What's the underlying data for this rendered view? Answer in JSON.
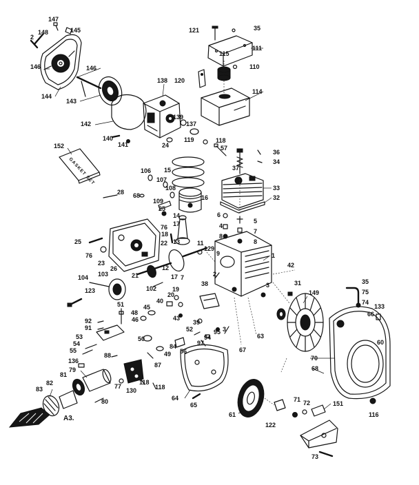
{
  "diagram": {
    "gasket_set_label": "GASKET SET",
    "figure_code": "A3."
  },
  "callouts": [
    "147",
    "148",
    "145",
    "2",
    "146",
    "146",
    "144",
    "143",
    "138",
    "142",
    "139",
    "137",
    "140",
    "141",
    "24",
    "119",
    "118",
    "57",
    "36",
    "34",
    "37",
    "152",
    "106",
    "15",
    "107",
    "28",
    "68",
    "108",
    "109",
    "16",
    "33",
    "32",
    "25",
    "14",
    "17",
    "6",
    "5",
    "76",
    "18",
    "4",
    "7",
    "8",
    "8",
    "13",
    "22",
    "11",
    "129",
    "25",
    "76",
    "23",
    "26",
    "9",
    "1",
    "42",
    "12",
    "21",
    "17",
    "7",
    "104",
    "103",
    "102",
    "2",
    "19",
    "20",
    "38",
    "3",
    "31",
    "149",
    "35",
    "75",
    "74",
    "133",
    "66",
    "60",
    "123",
    "40",
    "51",
    "45",
    "48",
    "46",
    "43",
    "39",
    "52",
    "94",
    "95",
    "3",
    "97",
    "92",
    "91",
    "53",
    "54",
    "55",
    "50",
    "84",
    "56",
    "49",
    "63",
    "67",
    "88",
    "87",
    "136",
    "79",
    "81",
    "82",
    "83",
    "118",
    "118",
    "130",
    "77",
    "80",
    "64",
    "65",
    "70",
    "68",
    "61",
    "122",
    "71",
    "72",
    "151",
    "116",
    "73",
    "110",
    "114",
    "120",
    "121",
    "35",
    "115",
    "111"
  ]
}
